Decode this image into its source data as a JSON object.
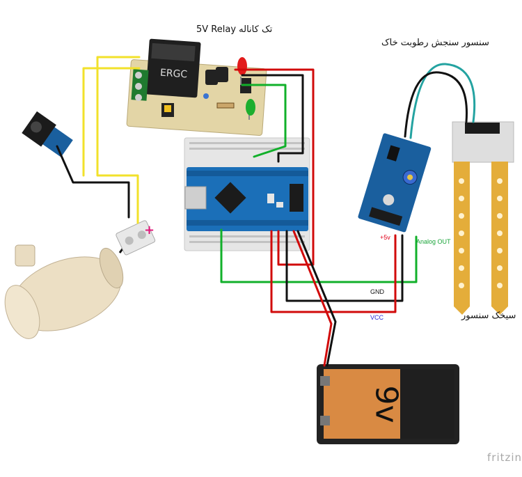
{
  "labels": {
    "relay_title": "5V Relay  تک کاناله",
    "sensor_title": "سنسور سنجش رطوبت خاک",
    "probe_label": "سیخک سنسور",
    "pin_5v": "+5v",
    "pin_analog_out": "Analog  OUT",
    "wire_gnd": "GND",
    "wire_vcc": "VCC",
    "plus_sign": "+",
    "battery_label": "9v",
    "watermark": "fritzing"
  },
  "colors": {
    "wire_red": "#d10a0a",
    "wire_black": "#111111",
    "wire_green": "#11b02a",
    "wire_yellow": "#f2e12a",
    "wire_cyan": "#24a3a1",
    "arduino_blue": "#1b6fb8",
    "sensor_module_blue": "#1a5f9e",
    "battery_orange": "#d98a43",
    "battery_black": "#222222",
    "relay_board_beige": "#e3d5a6"
  },
  "components": [
    {
      "name": "5v-relay-module",
      "icon": "relay-module-icon"
    },
    {
      "name": "dc-power-jack",
      "icon": "dc-jack-icon"
    },
    {
      "name": "water-pump",
      "icon": "pump-icon"
    },
    {
      "name": "terminal-block",
      "icon": "terminal-block-icon"
    },
    {
      "name": "arduino-nano",
      "icon": "arduino-nano-icon"
    },
    {
      "name": "soil-moisture-module",
      "icon": "sensor-module-icon"
    },
    {
      "name": "soil-probe",
      "icon": "soil-probe-icon"
    },
    {
      "name": "9v-battery",
      "icon": "battery-icon"
    }
  ]
}
